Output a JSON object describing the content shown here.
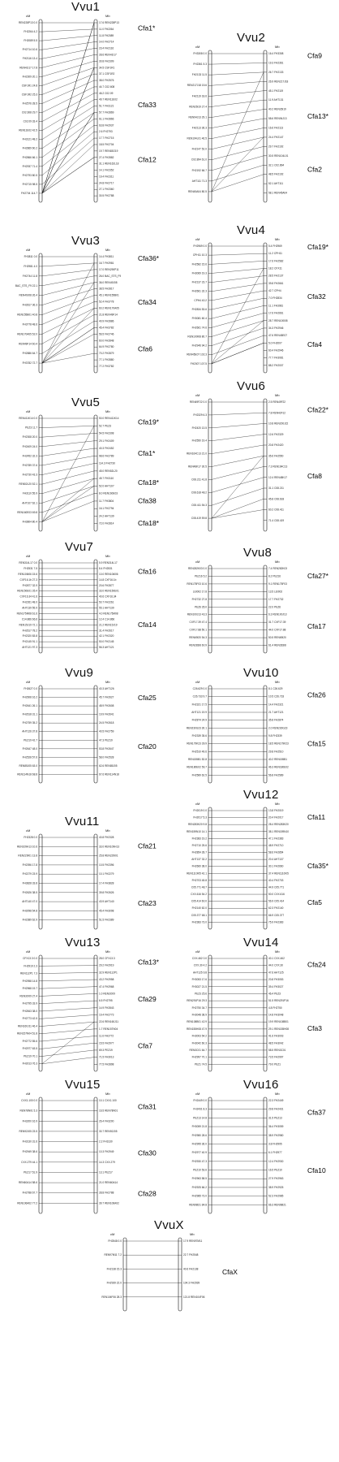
{
  "panels": [
    {
      "title": "Vvu1",
      "unit_left": "cM",
      "unit_right": "Mb",
      "cfa_labels": [
        "Cfa1*",
        "Cfa33",
        "Cfa12"
      ],
      "left_markers": [
        "REN228P13  0.0",
        "FH2264  4.2",
        "FH2089  5.5",
        "FH2714  10.6",
        "FH2116  13.4",
        "REN41I17  17.8",
        "FH2309  20.1",
        "CSF1R1  24.8",
        "CSF1R2  25.3",
        "FH2576  28.5",
        "C02.608  29.7",
        "C02.09  33.4",
        "REN11E02  42.5",
        "FH3121  48.2",
        "FH2869  60.2",
        "FH2866  66.1",
        "FH2937  71.4",
        "FH2793  80.5",
        "FH2715  98.5",
        "FH2704  114.7"
      ],
      "right_markers": [
        "17.6  REN228P13",
        "11.0  FH2264",
        "11.8  FH2089",
        "14.0  FH2714",
        "23.4  FH2116",
        "28.6  REN41I17",
        "30.8  FH2309",
        "34.5  CSF1R1",
        "37.1  CSF1R2",
        "38.0  FH2576",
        "44.7  C02.608",
        "46.2  C02.09",
        "49.7  REN11E02",
        "51.7  FH3121",
        "57.7  FH2869",
        "61.1  FH2866",
        "63.8  FH2937",
        "2.6  FH2793",
        "17.7  FH2715",
        "18.5  FH2704",
        "19.7  REN83O19",
        "27.4  FH2882",
        "31.1  REN162L18",
        "14.1  FH2352",
        "19.4  FH2311",
        "24.8  FH2717",
        "27.1  FH2360",
        "30.5  FH2788"
      ]
    },
    {
      "title": "Vvu2",
      "unit_left": "cM",
      "unit_right": "Mb",
      "cfa_labels": [
        "Cfa9",
        "Cfa13*",
        "Cfa2"
      ],
      "left_markers": [
        "FH3308  0.0",
        "FH2361  5.3",
        "FH2133  11.5",
        "REN217J18  15.6",
        "FH2119  18.6",
        "REN26I19  27.4",
        "REN94J13  29.1",
        "FH2113  36.3",
        "REN104L01  46.5",
        "FH2147  52.0",
        "C02.894  61.0",
        "FH2192  66.7",
        "AHT111  71.3",
        "REN45A04  80.5"
      ],
      "right_markers": [
        "16.4  FH3308",
        "19.3  FH2361",
        "26.7  FH2133",
        "26.9  REN217J18",
        "45.1  FH2119",
        "11.9  AHT131",
        "40.2  REN26I19",
        "58.6  REN94J13",
        "16.6  FH2113",
        "24.4  FH2147",
        "29.7  FH2192",
        "30.5  REN104L01",
        "32.1  C02.894",
        "48.5  FH2192",
        "52.1  AHT111",
        "58.1  REN45A04"
      ]
    },
    {
      "title": "Vvu3",
      "unit_left": "cM",
      "unit_right": "Mb",
      "cfa_labels": [
        "Cfa36*",
        "Cfa34",
        "Cfa6"
      ],
      "left_markers": [
        "FH3811  0.0",
        "FH2981  4.0",
        "FH2744  11.8",
        "BAC_STS_F9  22.1",
        "REN49J08  26.4",
        "FH2817  36.3",
        "REN155B01  40.8",
        "FH3778  48.6",
        "REN170A05  52.0",
        "REN49F14  60.4",
        "FH2886  64.7",
        "FH3782  72.7"
      ],
      "right_markers": [
        "14.4  FH3811",
        "16.7  FH2981",
        "17.0  REN290P11",
        "26.0  BAC_STS_F9",
        "36.0  REN49J08",
        "38.5  FH2817",
        "45.1  REN155B01",
        "52.4  FH3778",
        "60.2  REN170A05",
        "21.8  REN49F14",
        "40.9  FH2886",
        "45.4  FH3782",
        "56.5  FH2746",
        "60.0  FH2848",
        "64.9  FH2780",
        "70.2  FH2879",
        "77.1  FH2880",
        "77.2  FH3782"
      ]
    },
    {
      "title": "Vvu4",
      "unit_left": "cM",
      "unit_right": "Mb",
      "cfa_labels": [
        "Cfa19*",
        "Cfa32",
        "Cfa4"
      ],
      "left_markers": [
        "FH2969  0.0",
        "CPH11  10.3",
        "FH2582  15.6",
        "FH3069  19.3",
        "FH2137  23.7",
        "FH2661  32.3",
        "CPH4  40.2",
        "FH2834  53.6",
        "FH3081  60.4",
        "FH2661  74.6",
        "REN100I08  80.7",
        "FH2946  94.2",
        "REN45E07  102.3",
        "FH2007  107.5"
      ],
      "right_markers": [
        "5.4  FH2969",
        "11.2  CPH11",
        "17.6  FH2582",
        "18.2  CFX11",
        "28.5  FH2137",
        "39.8  FH2661",
        "42.7  CPH4",
        "7.0  FH2834",
        "11.1  FH3081",
        "17.6  FH2661",
        "28.7  REN100I08",
        "34.3  FH2946",
        "47.6  REN45E07",
        "5.0  FH2007",
        "60.4  FH2946",
        "77.7  FH3081",
        "88.2  FH2007"
      ]
    },
    {
      "title": "Vvu5",
      "unit_left": "cM",
      "unit_right": "Mb",
      "cfa_labels": [
        "Cfa19*",
        "Cfa1*",
        "Cfa18*",
        "Cfa38",
        "Cfa18*"
      ],
      "left_markers": [
        "REN411K14  0.0",
        "PEZ3  11.7",
        "FH2308  20.0",
        "FH2409  24.0",
        "FH2452  32.3",
        "FH2789  37.6",
        "FH2730  43.3",
        "REN52L20  52.1",
        "FH3110  55.9",
        "AHT107  62.1",
        "REN160E03  69.8",
        "FH3804  80.4"
      ],
      "right_markers": [
        "50.0  REN411K14",
        "52.7  PEZ3",
        "54.5  FH2308",
        "29.1  FH2409",
        "40.3  FH2452",
        "98.6  FH2789",
        "114.3  FH2730",
        "45.0  REN52L20",
        "45.7  FH3110",
        "52.0  AHT107",
        "8.0  REN160E03",
        "11.7  FH3804",
        "16.1  FH2794",
        "24.2  AHT139",
        "72.0  FH2814"
      ]
    },
    {
      "title": "Vvu6",
      "unit_left": "cM",
      "unit_right": "Mb",
      "cfa_labels": [
        "Cfa22*",
        "Cfa8"
      ],
      "left_markers": [
        "REN49F22  0.0",
        "FH2329  6.3",
        "FH2420  13.5",
        "FH2550  19.4",
        "REN164C13  21.0",
        "REN48K17  30.5",
        "C08.211  41.8",
        "C08.618  48.2",
        "C08.411  54.3",
        "C08.419  59.8"
      ],
      "right_markers": [
        "2.5  REN49F22",
        "7.8  REN42F12",
        "10.8  REN200J22",
        "12.6  FH2329",
        "20.8  FH2420",
        "35.6  FH2550",
        "7.3  REN164C13",
        "12.4  REN48K17",
        "31.1  C08.211",
        "45.8  C08.618",
        "60.2  C08.411",
        "71.4  C08.419"
      ]
    },
    {
      "title": "Vvu7",
      "unit_left": "cM",
      "unit_right": "Mb",
      "cfa_labels": [
        "Cfa16",
        "Cfa14"
      ],
      "left_markers": [
        "REN314L17  0.0",
        "FH2531  7.5",
        "REN106I06  15.6",
        "CXF16.1b  27.3",
        "FH2877  32.9",
        "REN150E01  35.4",
        "CXF16.34  41.6",
        "FH2261  48.0",
        "AHT139  55.9",
        "REN175M08  61.6",
        "C14.866  66.6",
        "REN15J19  72.1",
        "FH2617  78.2",
        "FH2320  83.8",
        "FH2145  91.1",
        "AHT121  97.3"
      ],
      "right_markers": [
        "5.9  REN314L17",
        "8.4  FH2531",
        "10.0  REN106I06",
        "14.8  CXF16.1b",
        "20.6  FH2877",
        "33.0  REN150E01",
        "40.6  CXF16.34",
        "50.7  FH2261",
        "55.1  AHT139",
        "4.0  REN175M08",
        "12.4  C14.866",
        "21.2  REN15J19",
        "31.4  FH2617",
        "42.1  FH2320",
        "50.0  FH2145",
        "56.3  AHT121"
      ]
    },
    {
      "title": "Vvu8",
      "unit_left": "cM",
      "unit_right": "Mb",
      "cfa_labels": [
        "Cfa27*",
        "Cfa17"
      ],
      "left_markers": [
        "REN282K03  0.0",
        "PEZ16  5.2",
        "REN175F03  10.6",
        "LEI002  17.8",
        "FH2732  27.8",
        "PEZ6  35.0",
        "REN100J13  43.3",
        "CXF17.39  47.4",
        "CXF17.88  50.1",
        "REN69I20  54.3",
        "REN283I8  60.9"
      ],
      "right_markers": [
        "7.4  REN282K03",
        "8.2  PEZ16",
        "9.1  REN175F03",
        "13.5  LEI002",
        "17.7  FH2732",
        "22.0  PEZ6",
        "6.3  REN100J13",
        "31.7  CXF17.39",
        "44.0  CXF17.88",
        "50.5  REN69I20",
        "61.4  REN283I8"
      ]
    },
    {
      "title": "Vvu9",
      "unit_left": "cM",
      "unit_right": "Mb",
      "cfa_labels": [
        "Cfa25",
        "Cfa20"
      ],
      "left_markers": [
        "FH2627  0.0",
        "FH2608  16.2",
        "FH2641  26.1",
        "FH2618  31.1",
        "FH2759  35.2",
        "AHT126  37.8",
        "PEZ19  42.7",
        "FH2647  48.0",
        "FH2528  57.6",
        "REN85J05  63.0",
        "REN114N18  68.8"
      ],
      "right_markers": [
        "40.3  AHT126",
        "45.7  FH2627",
        "48.9  FH2608",
        "19.9  FH2641",
        "24.5  FH2618",
        "40.5  FH2759",
        "47.3  PEZ19",
        "53.8  FH2647",
        "58.0  FH2528",
        "62.6  REN85J05",
        "67.6  REN114N18"
      ]
    },
    {
      "title": "Vvu10",
      "unit_left": "cM",
      "unit_right": "Mb",
      "cfa_labels": [
        "Cfa26",
        "Cfa15"
      ],
      "left_markers": [
        "C26.629  0.0",
        "C26.733  9.7",
        "FH2321  17.5",
        "AHT121  19.9",
        "FH2874  24.9",
        "REN230G23  30.1",
        "FH2339  35.6",
        "REN179K23  39.9",
        "FH2510  49.6",
        "REN155B1  52.8",
        "REN180E02  56.7",
        "FH2589  62.5"
      ],
      "right_markers": [
        "8.1  C26.629",
        "10.5  C26.733",
        "14.4  FH2321",
        "21.7  AHT121",
        "35.8  FH2874",
        "2.0  REN230G23",
        "9.8  FH2339",
        "18.5  REN179K23",
        "29.8  FH2510",
        "40.2  REN155B1",
        "46.3  REN180E02",
        "56.8  FH2589"
      ]
    },
    {
      "title": "Vvu11",
      "unit_left": "cM",
      "unit_right": "Mb",
      "cfa_labels": [
        "Cfa21",
        "Cfa23"
      ],
      "left_markers": [
        "FH2328  0.0",
        "REN109H13  10.6",
        "REN229I01  13.8",
        "FH2396  17.8",
        "FH2279  23.9",
        "FH3828  33.8",
        "FH2626  38.5",
        "AHT140  47.0",
        "FH3098  54.8",
        "FH2389  62.9"
      ],
      "right_markers": [
        "40.8  FH2328",
        "33.0  REN109H13",
        "25.8  REN229I01",
        "10.5  FH2396",
        "10.1  FH2279",
        "17.4  FH3828",
        "39.8  FH2626",
        "43.9  AHT140",
        "45.4  FH3098",
        "51.5  FH2389"
      ]
    },
    {
      "title": "Vvu12",
      "unit_left": "cM",
      "unit_right": "Mb",
      "cfa_labels": [
        "Cfa11",
        "Cfa35*",
        "Cfa5"
      ],
      "left_markers": [
        "FH2019  0.0",
        "FH2017  5.3",
        "REN283K20  9.8",
        "REN159N10  14.1",
        "FH2383  19.2",
        "FH2710  25.6",
        "FH2854  28.7",
        "AHT137  32.2",
        "FH2660  38.0",
        "REN1110I05  42.1",
        "FH2703  45.8",
        "C05.771  48.7",
        "CXX.616  54.2",
        "C05.414  60.0",
        "FH2140  62.0",
        "C05.377  68.1",
        "FH2383  73.0"
      ],
      "right_markers": [
        "13.8  FH2019",
        "20.4  FH2017",
        "28.4  REN283K20",
        "38.1  REN159N10",
        "47.1  FH2383",
        "48.9  FH2710",
        "58.6  FH2854",
        "20.4  AHT137",
        "30.1  FH2660",
        "37.4  REN1110I05",
        "40.4  FH2703",
        "44.9  C05.771",
        "50.0  CXX.616",
        "56.9  C05.414",
        "62.3  FH2140",
        "66.9  C05.377",
        "75.9  FH2383"
      ]
    },
    {
      "title": "Vvu13",
      "unit_left": "cM",
      "unit_right": "Mb",
      "cfa_labels": [
        "Cfa13*",
        "Cfa29",
        "Cfa7"
      ],
      "left_markers": [
        "CFX13.3  0.0",
        "FH2919  2.3",
        "REN112P1  7.3",
        "FH2958  14.8",
        "FH2968  19.7",
        "REN3O09  27.4",
        "FH2795  33.9",
        "FH2843  38.0",
        "FH2773  42.5",
        "REN160J11  46.4",
        "REN157N04  51.8",
        "FH2772  55.6",
        "FH2977  63.5",
        "PEZ19  70.1",
        "FH3013  76.3"
      ],
      "right_markers": [
        "28.0  CFX13.3",
        "29.2  FH2919",
        "32.9  REN112P1",
        "43.2  FH2958",
        "47.4  FH2968",
        "1.0  REN3O09",
        "6.5  FH2795",
        "14.9  FH2843",
        "19.4  FH2773",
        "22.6  REN160J11",
        "1.7  REN157N04",
        "11.6  FH2772",
        "15.5  FH2977",
        "69.3  PEZ19",
        "71.5  FH3013",
        "77.5  FH2898"
      ]
    },
    {
      "title": "Vvu14",
      "unit_left": "cM",
      "unit_right": "Mb",
      "cfa_labels": [
        "Cfa24",
        "Cfa3"
      ],
      "left_markers": [
        "CXX.462  0.0",
        "CXX.30  4.2",
        "AHT125  9.8",
        "FH3053  17.6",
        "FH3027  21.5",
        "PEZ3  25.6",
        "REN291P16  29.3",
        "FH2750  34.7",
        "FH3048  38.9",
        "REN108B01  42.9",
        "REN155H08  47.9",
        "FH3003  54.2",
        "FH3042  60.3",
        "REN3C01  64.7",
        "FH2997  70.1",
        "PEZ1  74.5"
      ],
      "right_markers": [
        "40.1  CXX.462",
        "44.0  CXX.30",
        "47.6  AHT125",
        "20.8  FH3053",
        "39.4  FH3027",
        "46.4  PEZ3",
        "51.5  REN291P16",
        "4.8  FH2750",
        "14.8  FH3048",
        "19.9  REN108B01",
        "29.1  REN155H08",
        "41.6  FH3003",
        "48.5  FH3042",
        "58.5  REN3C01",
        "73.5  FH2997",
        "79.0  PEZ1"
      ]
    },
    {
      "title": "Vvu15",
      "unit_left": "cM",
      "unit_right": "Mb",
      "cfa_labels": [
        "Cfa31",
        "Cfa30",
        "Cfa28"
      ],
      "left_markers": [
        "CXX1.100  0.0",
        "REN78N01  5.3",
        "FH3200  16.9",
        "REN92J05  23.5",
        "FH3130  31.6",
        "FH2949  38.6",
        "CXX.279  44.1",
        "PEZ17  51.9",
        "REN60A14  58.6",
        "FH2788  67.7",
        "REN106A02  77.2"
      ],
      "right_markers": [
        "10.1  CXX1.100",
        "16.5  REN78N01",
        "26.4  FH3200",
        "30.7  REN92J05",
        "2.2  FH3130",
        "10.3  FH2949",
        "14.3  CXX.279",
        "13.1  PEZ17",
        "21.0  REN60A14",
        "28.8  FH2788",
        "39.7  REN106A02"
      ]
    },
    {
      "title": "Vvu16",
      "unit_left": "cM",
      "unit_right": "Mb",
      "cfa_labels": [
        "Cfa37",
        "Cfa10"
      ],
      "left_markers": [
        "FH2449  0.0",
        "FH2431  8.3",
        "PEZ13  14.8",
        "FH3059  21.8",
        "FH2980  28.6",
        "FH2995  36.0",
        "FH2977  40.9",
        "FH2930  47.3",
        "PEZ10  53.6",
        "FH2963  58.5",
        "FH2925  66.2",
        "FH2985  73.0",
        "REN98I21  84.8"
      ],
      "right_markers": [
        "22.3  FH2449",
        "29.8  FH2431",
        "31.5  PEZ13",
        "36.4  FH3059",
        "38.9  FH2980",
        "3.8  FH2995",
        "6.1  FH2977",
        "12.4  FH2930",
        "16.5  PEZ10",
        "27.9  FH2963",
        "38.9  FH2925",
        "52.3  FH2985",
        "66.3  REN98I21"
      ]
    },
    {
      "title": "VvuX",
      "unit_left": "cM",
      "unit_right": "Mb",
      "cfa_labels": [
        "CfaX"
      ],
      "left_markers": [
        "FH2548  0.0",
        "REN97M11  7.2",
        "FH2138  15.3",
        "FH2939  22.0",
        "REN104F06  28.3"
      ],
      "right_markers": [
        "17.9  REN97M11",
        "22.7  FH2548",
        "40.6  FH2138",
        "104.3  FH2939",
        "121.8  REN104F06"
      ]
    }
  ]
}
